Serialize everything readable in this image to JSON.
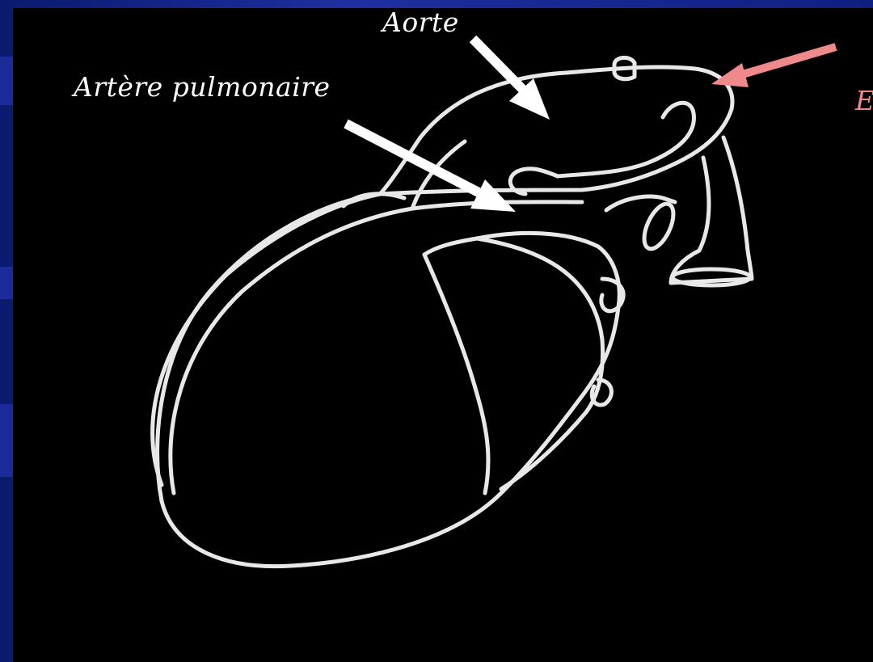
{
  "labels": {
    "aorte": "Aorte",
    "arterePulmonaire": "Artère pulmonaire",
    "cutOff": "E"
  },
  "colors": {
    "arrowWhite": "#ffffff",
    "arrowPink": "#f08a8a",
    "outline": "#e8e8e8"
  }
}
